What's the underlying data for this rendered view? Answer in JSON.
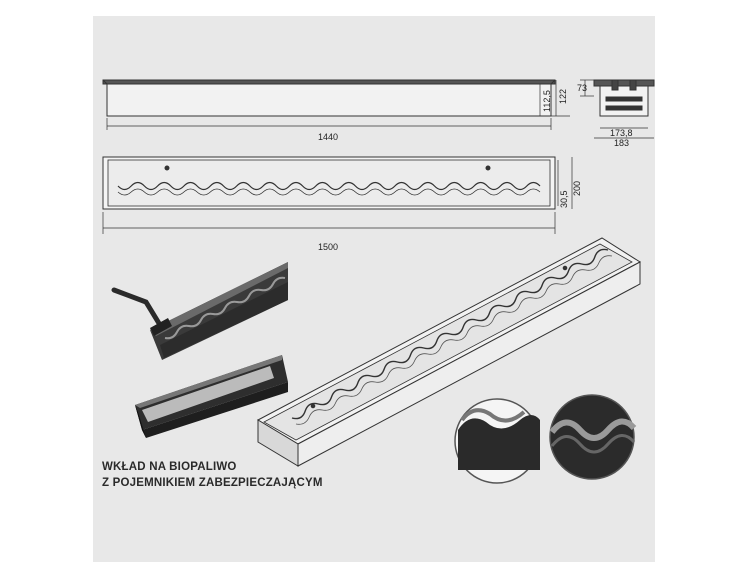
{
  "dimensions": {
    "length_top": "1440",
    "length_bottom": "1500",
    "height_inner": "112,5",
    "height_outer": "122",
    "side_height": "73",
    "side_width_inner": "173,8",
    "side_width_outer": "183",
    "depth": "200",
    "wave_offset": "30,5"
  },
  "caption": {
    "line1": "WKŁAD NA BIOPALIWO",
    "line2": "Z POJEMNIKIEM ZABEZPIECZAJĄCYM"
  }
}
